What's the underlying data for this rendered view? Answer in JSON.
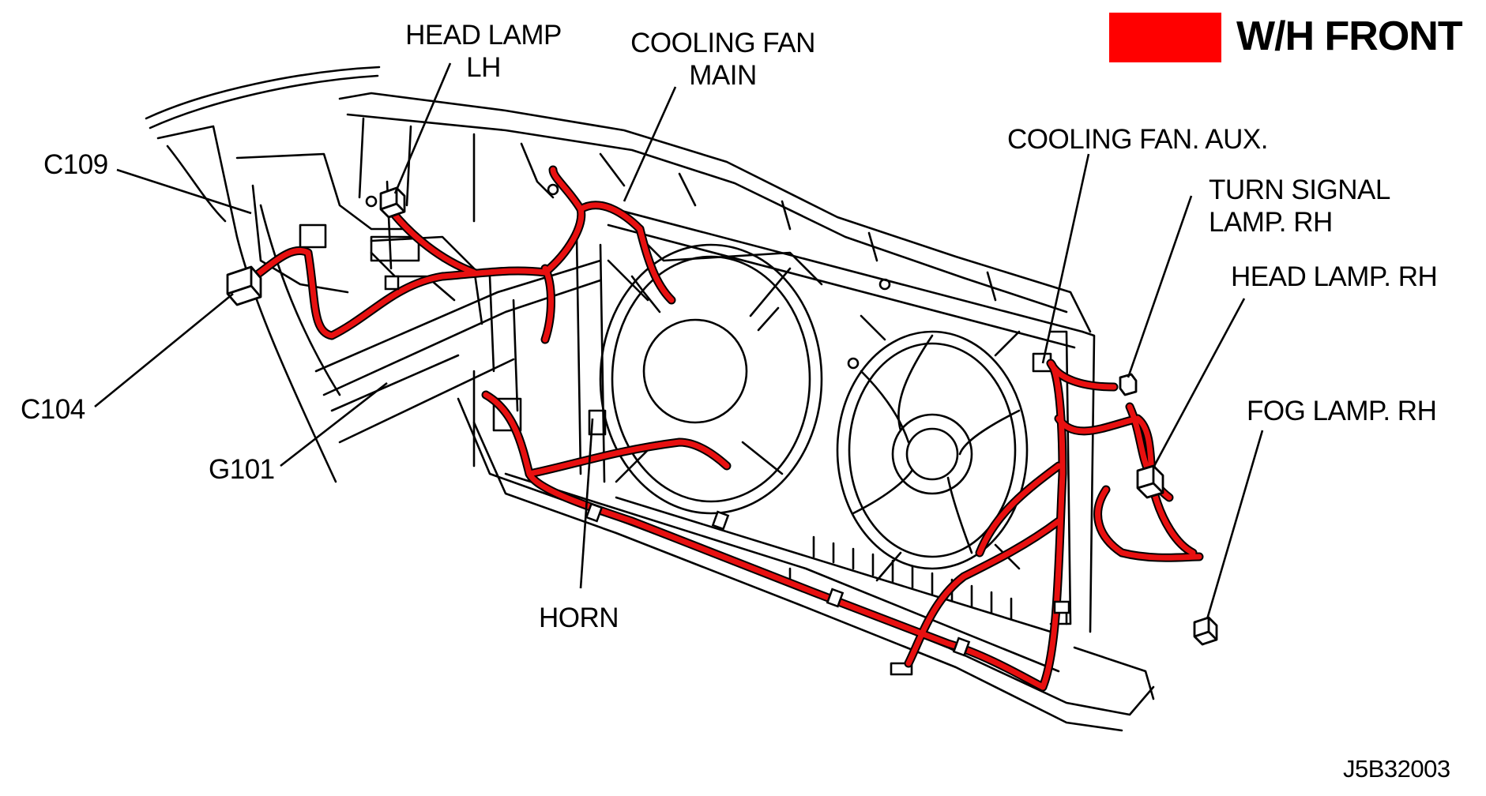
{
  "legend": {
    "label": "W/H FRONT",
    "color": "#ff0000"
  },
  "colors": {
    "harness": "#e81010",
    "outline": "#000000",
    "background": "#ffffff"
  },
  "labels": {
    "head_lamp_lh": [
      "HEAD LAMP",
      "LH"
    ],
    "cooling_fan_main": [
      "COOLING FAN",
      "MAIN"
    ],
    "cooling_fan_aux": "COOLING FAN. AUX.",
    "turn_signal_lamp_rh": [
      "TURN SIGNAL",
      "LAMP. RH"
    ],
    "head_lamp_rh": "HEAD LAMP. RH",
    "fog_lamp_rh": "FOG LAMP. RH",
    "c109": "C109",
    "c104": "C104",
    "g101": "G101",
    "horn": "HORN"
  },
  "figure_id": "J5B32003"
}
